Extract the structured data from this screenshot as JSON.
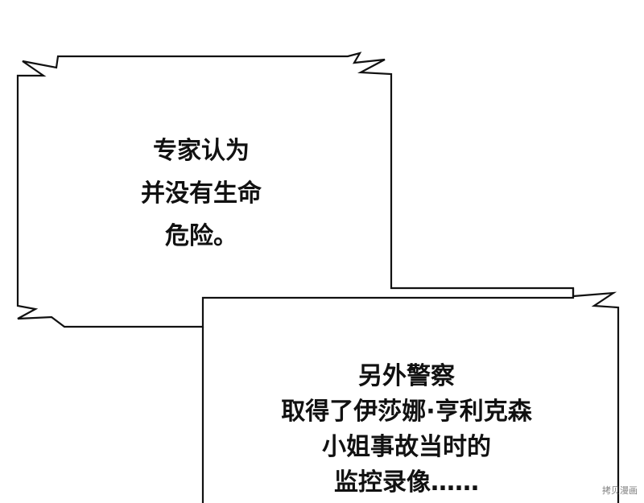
{
  "panel": {
    "bubbles": [
      {
        "lines": [
          "专家认为",
          "并没有生命",
          "危险。"
        ]
      },
      {
        "lines": [
          "另外警察",
          "取得了伊莎娜·亨利克森",
          "小姐事故当时的",
          "监控录像……"
        ]
      }
    ],
    "watermark": "拷贝漫画"
  },
  "colors": {
    "background": "#ffffff",
    "outline": "#111111",
    "text": "#111111"
  }
}
